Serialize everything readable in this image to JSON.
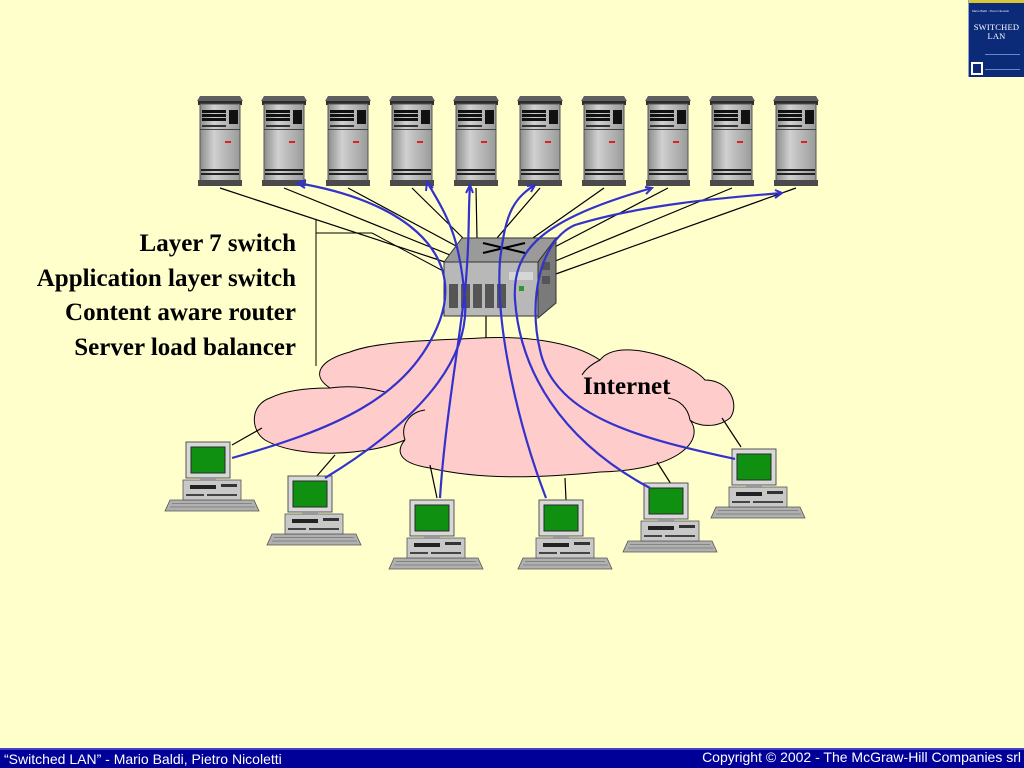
{
  "switch_labels": [
    "Layer 7 switch",
    "Application layer switch",
    "Content aware router",
    "Server load balancer"
  ],
  "cloud_label": "Internet",
  "book_cover": {
    "authors": "Mario Baldi · Pietro Nicoletti",
    "title_line1": "SWITCHED",
    "title_line2": "LAN"
  },
  "footer": {
    "left": "“Switched LAN” - Mario Baldi, Pietro Nicoletti",
    "right": "Copyright © 2002 - The McGraw-Hill Companies srl"
  },
  "colors": {
    "background": "#ffffcc",
    "cloud_fill": "#ffcccc",
    "flow_lines": "#3333cc",
    "footer_bar": "#000099",
    "monitor_screen": "#109010"
  },
  "icons": {
    "server": "server-tower-icon",
    "switch": "layer7-switch-icon",
    "client": "desktop-computer-icon"
  }
}
